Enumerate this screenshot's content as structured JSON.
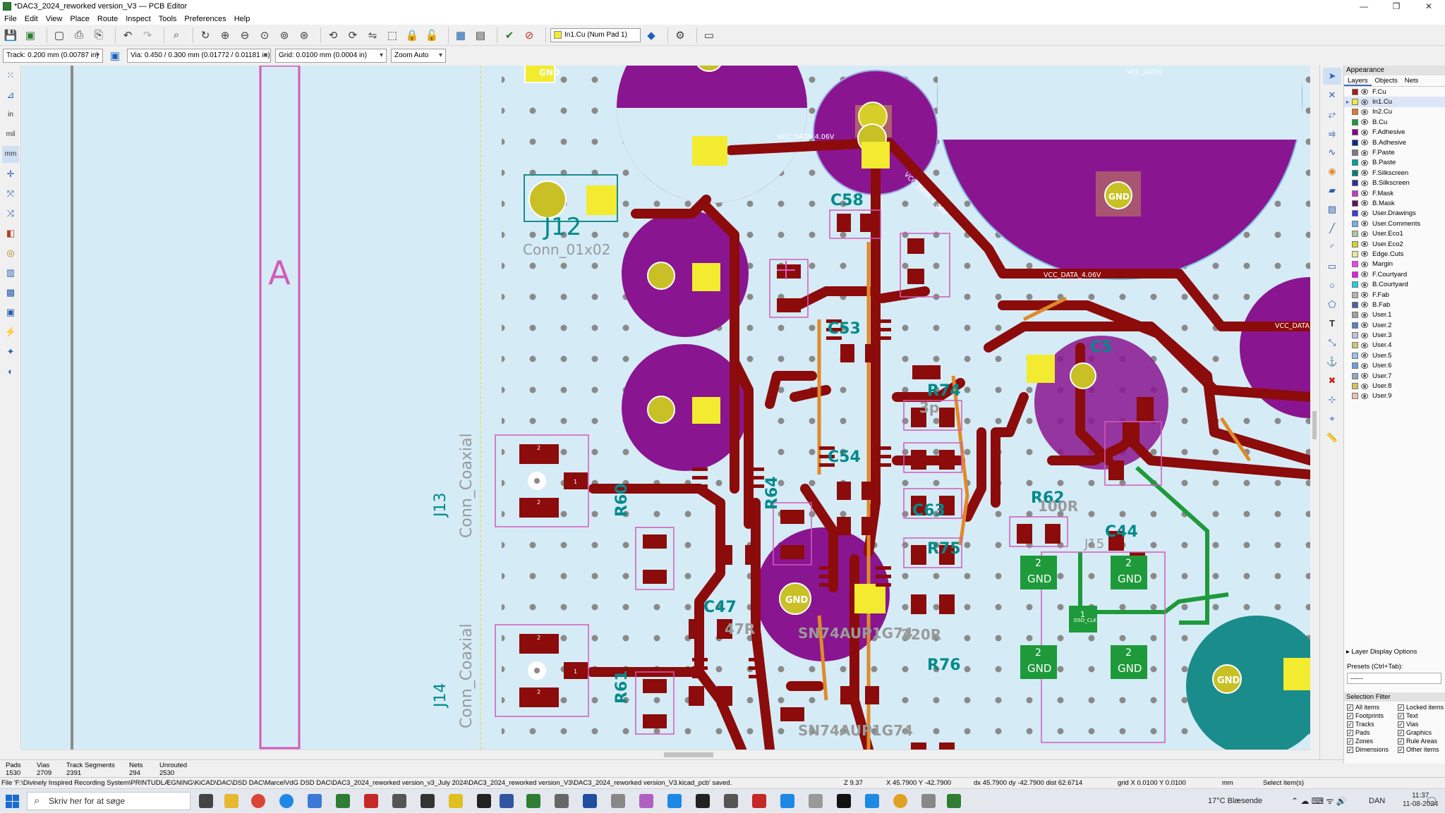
{
  "window": {
    "title": "*DAC3_2024_reworked version_V3 — PCB Editor",
    "controls": [
      "—",
      "❐",
      "✕"
    ]
  },
  "menu": [
    "File",
    "Edit",
    "View",
    "Place",
    "Route",
    "Inspect",
    "Tools",
    "Preferences",
    "Help"
  ],
  "toolbar": {
    "active_layer": "In1.Cu (Num Pad 1)",
    "icons": [
      "save-icon",
      "board-setup-icon",
      "page-settings-icon",
      "print-icon",
      "plot-icon",
      "undo-icon",
      "redo-icon",
      "find-icon",
      "refresh-icon",
      "zoom-in-icon",
      "zoom-out-icon",
      "zoom-fit-icon",
      "zoom-objects-icon",
      "zoom-selection-icon",
      "rotate-ccw-icon",
      "rotate-cw-icon",
      "flip-icon",
      "group-icon",
      "lock-icon",
      "unlock-icon",
      "netlist-icon",
      "footprint-editor-icon",
      "drc-icon",
      "scripting-icon"
    ]
  },
  "toolbar2": {
    "track": "Track: 0.200 mm (0.00787 in)",
    "via": "Via: 0.450 / 0.300 mm (0.01772 / 0.01181 in)",
    "grid": "Grid: 0.0100 mm (0.0004 in)",
    "zoom": "Zoom Auto"
  },
  "left_tools": [
    "grid-dots-icon",
    "polar-icon",
    "inch-icon",
    "mil-icon",
    "mm-icon",
    "cursor-full-icon",
    "ratsnest-icon",
    "curved-ratsnest-icon",
    "pad-outline-icon",
    "via-outline-icon",
    "track-outline-icon",
    "zone-fill-icon",
    "zone-outline-icon",
    "highlight-net-icon",
    "layers-manager-icon",
    "high-contrast-icon",
    "net-colors-icon",
    "appearance-icon"
  ],
  "right_tools": [
    "select-icon",
    "local-ratsnest-icon",
    "route-track-icon",
    "route-diffpair-icon",
    "tune-length-icon",
    "via-icon",
    "zone-icon",
    "rule-area-icon",
    "line-icon",
    "arc-icon",
    "rectangle-icon",
    "circle-icon",
    "polygon-icon",
    "text-icon",
    "dimension-icon",
    "place-anchor-icon",
    "delete-icon",
    "set-origin-icon",
    "grid-origin-icon",
    "measure-icon"
  ],
  "appearance": {
    "header": "Appearance",
    "tabs": [
      "Layers",
      "Objects",
      "Nets"
    ],
    "layers": [
      {
        "name": "F.Cu",
        "color": "#b01818",
        "active": false
      },
      {
        "name": "In1.Cu",
        "color": "#f2eb30",
        "active": true
      },
      {
        "name": "In2.Cu",
        "color": "#e0792a",
        "active": false
      },
      {
        "name": "B.Cu",
        "color": "#1b9a3c",
        "active": false
      },
      {
        "name": "F.Adhesive",
        "color": "#85038a",
        "active": false
      },
      {
        "name": "B.Adhesive",
        "color": "#0b2a8a",
        "active": false
      },
      {
        "name": "F.Paste",
        "color": "#7a7a7a",
        "active": false
      },
      {
        "name": "B.Paste",
        "color": "#00a0a0",
        "active": false
      },
      {
        "name": "F.Silkscreen",
        "color": "#00807a",
        "active": false
      },
      {
        "name": "B.Silkscreen",
        "color": "#2c2ca0",
        "active": false
      },
      {
        "name": "F.Mask",
        "color": "#c040c0",
        "active": false
      },
      {
        "name": "B.Mask",
        "color": "#601060",
        "active": false
      },
      {
        "name": "User.Drawings",
        "color": "#3a3ae0",
        "active": false
      },
      {
        "name": "User.Comments",
        "color": "#6fb0e0",
        "active": false
      },
      {
        "name": "User.Eco1",
        "color": "#a8c8a8",
        "active": false
      },
      {
        "name": "User.Eco2",
        "color": "#d8d030",
        "active": false
      },
      {
        "name": "Edge.Cuts",
        "color": "#e8e8a0",
        "active": false
      },
      {
        "name": "Margin",
        "color": "#f040f0",
        "active": false
      },
      {
        "name": "F.Courtyard",
        "color": "#e020e0",
        "active": false
      },
      {
        "name": "B.Courtyard",
        "color": "#20d0e0",
        "active": false
      },
      {
        "name": "F.Fab",
        "color": "#b0b0b0",
        "active": false
      },
      {
        "name": "B.Fab",
        "color": "#4a60a0",
        "active": false
      },
      {
        "name": "User.1",
        "color": "#a0a0a0",
        "active": false
      },
      {
        "name": "User.2",
        "color": "#5a80c8",
        "active": false
      },
      {
        "name": "User.3",
        "color": "#c0c0d8",
        "active": false
      },
      {
        "name": "User.4",
        "color": "#d0c870",
        "active": false
      },
      {
        "name": "User.5",
        "color": "#98c0e8",
        "active": false
      },
      {
        "name": "User.6",
        "color": "#6aa0d8",
        "active": false
      },
      {
        "name": "User.7",
        "color": "#90a8c0",
        "active": false
      },
      {
        "name": "User.8",
        "color": "#d8c060",
        "active": false
      },
      {
        "name": "User.9",
        "color": "#e8c0b0",
        "active": false
      }
    ],
    "layer_display_options": "Layer Display Options",
    "presets_label": "Presets (Ctrl+Tab):",
    "presets_value": "------",
    "selection_filter": "Selection Filter",
    "filters": [
      "All items",
      "Locked items",
      "Footprints",
      "Text",
      "Tracks",
      "Vias",
      "Pads",
      "Graphics",
      "Zones",
      "Rule Areas",
      "Dimensions",
      "Other items"
    ]
  },
  "message_panel": [
    {
      "label": "Pads",
      "value": "1530"
    },
    {
      "label": "Vias",
      "value": "2709"
    },
    {
      "label": "Track Segments",
      "value": "2391"
    },
    {
      "label": "Nets",
      "value": "294"
    },
    {
      "label": "Unrouted",
      "value": "2530"
    }
  ],
  "status": {
    "file_msg": "File 'F:\\Divinely Inspired Recording System\\PRINTUDLÆGNING\\KiCAD\\DAC\\DSD DAC\\MarcelVdG DSD DAC\\DAC3_2024_reworked version_v3_July 2024\\DAC3_2024_reworked version_V3\\DAC3_2024_reworked version_V3.kicad_pcb' saved.",
    "zoom": "Z 9.37",
    "coords": "X 45.7900  Y -42.7900",
    "delta": "dx 45.7900  dy -42.7900  dist 62.6714",
    "grid": "grid X 0.0100  Y 0.0100",
    "units": "mm",
    "mode": "Select item(s)"
  },
  "pcb": {
    "labels": {
      "j12_ref": "J12",
      "j12_val": "Conn_01x02",
      "j13_ref": "J13",
      "j13_val": "Conn_Coaxial",
      "j14_ref": "J14",
      "j14_val": "Conn_Coaxial",
      "sheet_a": "A",
      "c58": "C58",
      "c53": "C53",
      "c54": "C54",
      "c63": "C63",
      "c47": "C47",
      "c44": "C44",
      "c5": "C5",
      "r74": "R74",
      "r62": "R62",
      "r75": "R75",
      "r76": "R76",
      "r60": "R60",
      "r61": "R61",
      "r64": "R64",
      "ic_a": "SN74AUP1G74",
      "ic_b": "SN74AUP1G74",
      "r47": "47R",
      "r220": "220R",
      "r100": "100R",
      "cap_3p": "3p",
      "net1": "VCC_DATA_4.06V",
      "net2": "VCC_DATA_4.06V",
      "net3": "VCC_DATA_4.06V",
      "net4": "VCC_DATA_4.06V",
      "net_outn": "VCC_OUTN",
      "gnd": "GND",
      "pad1": "1",
      "pad2": "2",
      "dsd_clk": "DSD_CLK",
      "j15": "J15"
    }
  },
  "taskbar": {
    "search_placeholder": "Skriv her for at søge",
    "weather": "17°C  Blæsende",
    "lang": "DAN",
    "time": "11:37",
    "date": "11-08-2024"
  }
}
